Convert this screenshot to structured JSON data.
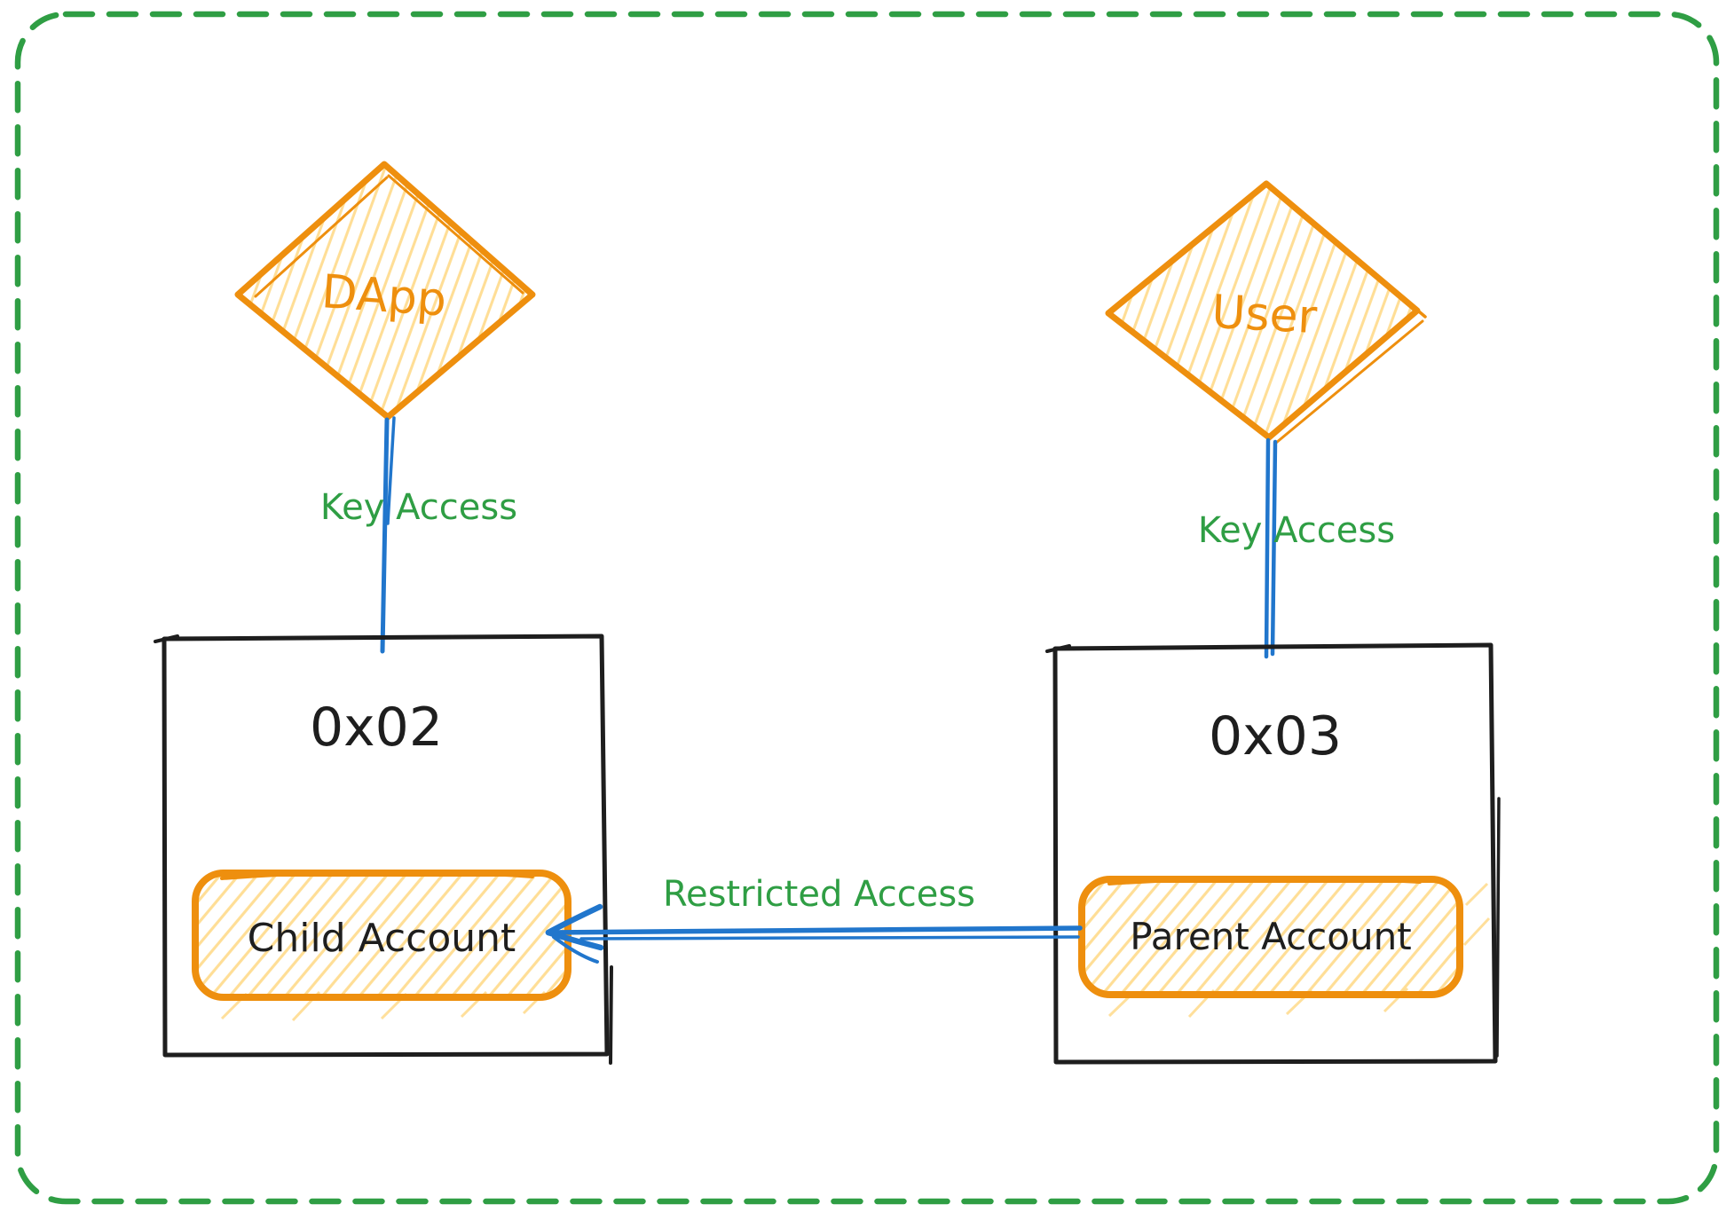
{
  "palette": {
    "bg": "#ffffff",
    "green": "#2f9e44",
    "orange": "#ee8f0e",
    "yellow": "#ffd883",
    "blue": "#2176cc",
    "ink": "#1e1e1e"
  },
  "diagram": {
    "dapp": {
      "label": "DApp"
    },
    "user": {
      "label": "User"
    },
    "child_box": {
      "address": "0x02",
      "account_label": "Child Account"
    },
    "parent_box": {
      "address": "0x03",
      "account_label": "Parent Account"
    },
    "edges": {
      "dapp_key_access": {
        "label": "Key Access"
      },
      "user_key_access": {
        "label": "Key Access"
      },
      "restricted_access": {
        "label": "Restricted Access"
      }
    }
  }
}
